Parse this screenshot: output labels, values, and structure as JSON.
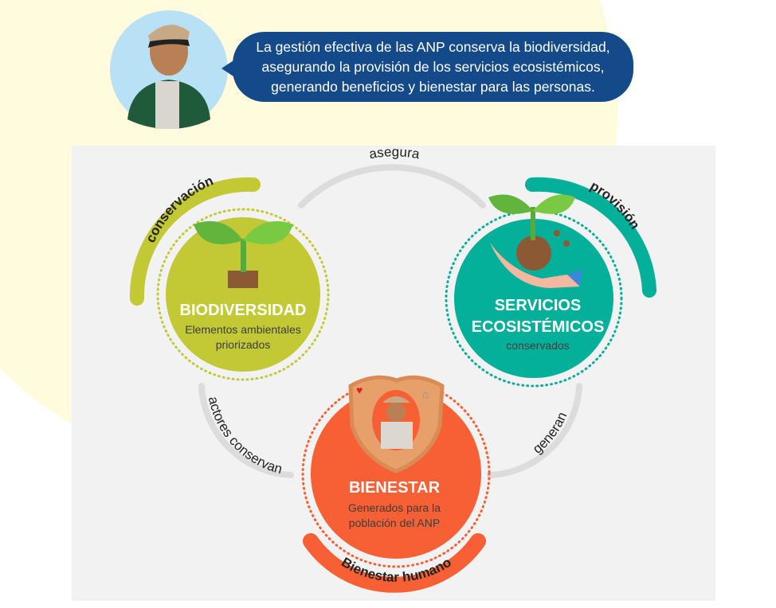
{
  "speech": {
    "lines": [
      "La gestión efectiva de las ANP conserva la biodiversidad,",
      "asegurando la provisión de los servicios ecosistémicos,",
      "generando beneficios y bienestar para las personas."
    ]
  },
  "diagram": {
    "nodes": {
      "biodiversidad": {
        "title": "BIODIVERSIDAD",
        "sub1": "Elementos ambientales",
        "sub2": "priorizados",
        "color": "#c2c935"
      },
      "servicios": {
        "title1": "SERVICIOS",
        "title2": "ECOSISTÉMICOS",
        "sub1": "conservados",
        "color": "#05b09b"
      },
      "bienestar": {
        "title": "BIENESTAR",
        "sub1": "Generados para la",
        "sub2": "población del ANP",
        "color": "#f76034"
      }
    },
    "outer_labels": {
      "conservacion": "conservación",
      "provision": "provisión",
      "bienestar_humano": "Bienestar humano"
    },
    "connectors": {
      "asegura": "asegura",
      "actores": "actores conservan",
      "generan": "generan"
    }
  },
  "colors": {
    "bubble": "#154a8a",
    "panel": "#f2f2f2",
    "yellow_bg": "#fffbdc"
  }
}
